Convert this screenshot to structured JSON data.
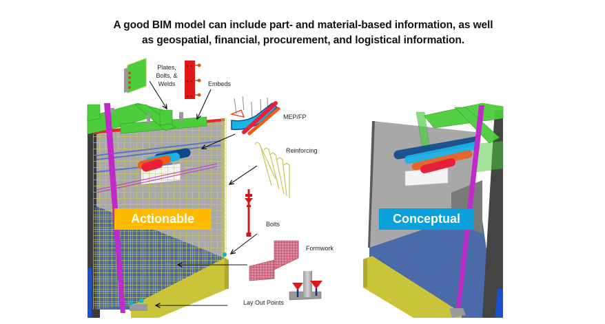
{
  "title": {
    "line1": "A good BIM model can include part- and material-based information, as well",
    "line2": "as geospatial, financial, procurement, and logistical information."
  },
  "callouts": {
    "plates": [
      "Plates,",
      "Bolts, &",
      "Welds"
    ],
    "embeds": "Embeds",
    "mep": "MEP/FP",
    "reinforcing": "Reinforcing",
    "bolts": "Bolts",
    "formwork": "Formwork",
    "layout": "Lay Out Points"
  },
  "badges": {
    "actionable": "Actionable",
    "conceptual": "Conceptual"
  },
  "colors": {
    "actionable": "#ffbb00",
    "conceptual": "#0aa0dc",
    "steel_green": "#4ccd3c",
    "column_magenta": "#c02ac8",
    "rebar_yellow": "#c8c44a",
    "footing_yellow": "#c9c43a",
    "slab_blue": "#4a6aa8",
    "wall_gray": "#a8a8a8",
    "pipe_navy": "#0e4a8a",
    "pipe_cyan": "#1ab4e8",
    "pipe_orange": "#f05a1a",
    "pipe_red": "#e8203c",
    "embed_red": "#e01818"
  }
}
